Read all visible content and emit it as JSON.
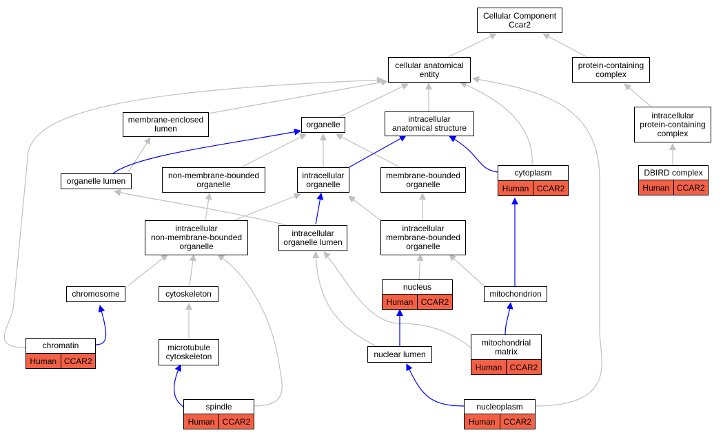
{
  "colors": {
    "edge_gray": "#c0c0c0",
    "edge_blue": "#0000ff",
    "annotation_fill": "#f26045"
  },
  "nodes": {
    "cc": "Cellular Component\nCcar2",
    "cae": "cellular anatomical\nentity",
    "pcc": "protein-containing\ncomplex",
    "ipcc": "intracellular\nprotein-containing\ncomplex",
    "dbird": "DBIRD complex",
    "mel": "membrane-enclosed\nlumen",
    "organelle": "organelle",
    "ias": "intracellular\nanatomical structure",
    "cytoplasm": "cytoplasm",
    "ol": "organelle lumen",
    "nmbo": "non-membrane-bounded\norganelle",
    "io": "intracellular\norganelle",
    "mbo": "membrane-bounded\norganelle",
    "inmbo": "intracellular\nnon-membrane-bounded\norganelle",
    "iol": "intracellular\norganelle lumen",
    "imbo": "intracellular\nmembrane-bounded\norganelle",
    "chromosome": "chromosome",
    "cytoskeleton": "cytoskeleton",
    "nucleus": "nucleus",
    "mitochondrion": "mitochondrion",
    "chromatin": "chromatin",
    "mtcs": "microtubule\ncytoskeleton",
    "nl": "nuclear lumen",
    "mm": "mitochondrial\nmatrix",
    "spindle": "spindle",
    "nucleoplasm": "nucleoplasm"
  },
  "annotation": {
    "species": "Human",
    "gene": "CCAR2"
  }
}
